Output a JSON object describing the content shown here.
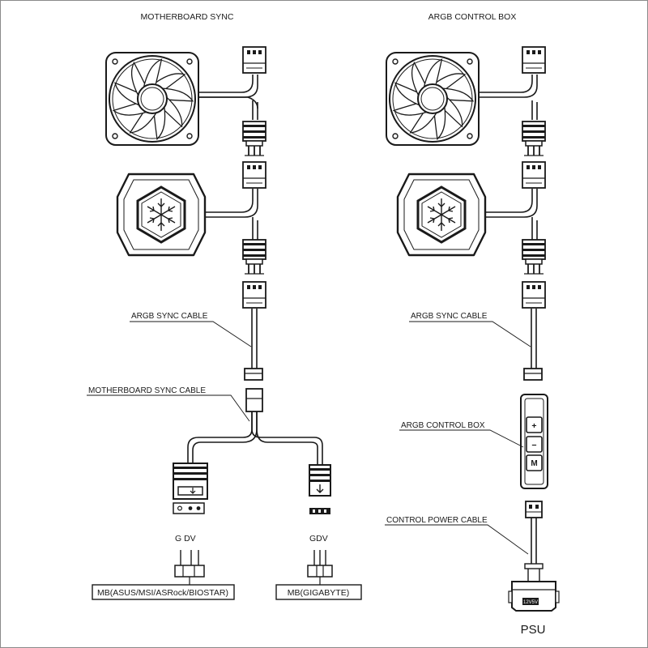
{
  "titles": {
    "left": "MOTHERBOARD SYNC",
    "right": "ARGB CONTROL BOX"
  },
  "labels": {
    "argb_sync_cable_left": "ARGB SYNC CABLE",
    "argb_sync_cable_right": "ARGB SYNC CABLE",
    "motherboard_sync_cable": "MOTHERBOARD SYNC CABLE",
    "argb_control_box": "ARGB CONTROL BOX",
    "control_power_cable": "CONTROL POWER CABLE"
  },
  "pins": {
    "left_header": "G DV",
    "right_header": "GDV"
  },
  "boxes": {
    "mb_asus": "MB(ASUS/MSI/ASRock/BIOSTAR)",
    "mb_gigabyte": "MB(GIGABYTE)"
  },
  "control_box_buttons": {
    "plus": "+",
    "minus": "−",
    "mode": "M"
  },
  "psu": {
    "label": "PSU",
    "plate": "12V5V"
  },
  "colors": {
    "ink": "#1a1a1a",
    "paper": "#ffffff",
    "border": "#666666"
  }
}
